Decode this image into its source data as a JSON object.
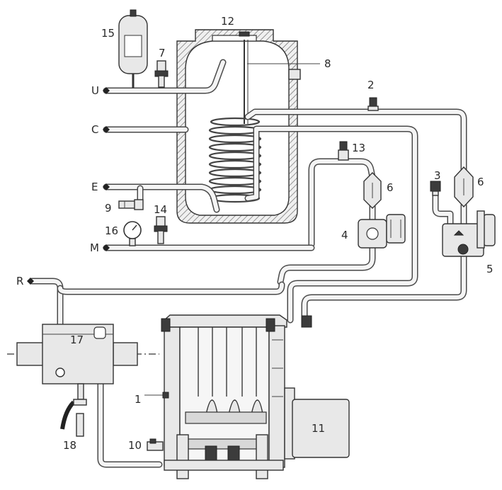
{
  "diagram": {
    "callouts": {
      "c1": "1",
      "c2": "2",
      "c3": "3",
      "c4": "4",
      "c5": "5",
      "c6a": "6",
      "c6b": "6",
      "c7": "7",
      "c8": "8",
      "c9": "9",
      "c10": "10",
      "c11": "11",
      "c12": "12",
      "c13": "13",
      "c14": "14",
      "c15": "15",
      "c16": "16",
      "c17": "17",
      "c18": "18"
    },
    "connections": {
      "u": "U",
      "c": "C",
      "e": "E",
      "m": "M",
      "r": "R"
    }
  }
}
